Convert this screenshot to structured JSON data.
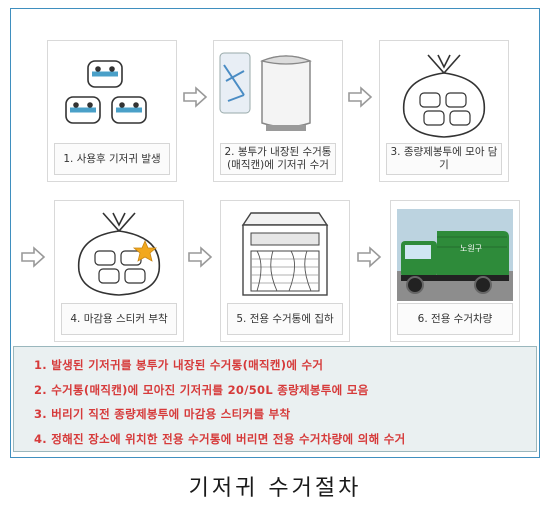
{
  "steps": [
    {
      "caption": "1. 사용후 기저귀 발생",
      "icon": "diapers-icon"
    },
    {
      "caption": "2. 봉투가 내장된 수거통\n(매직캔)에 기저귀 수거",
      "icon": "magic-can-icon"
    },
    {
      "caption": "3. 종량제봉투에 모아 담기",
      "icon": "trash-bag-icon"
    },
    {
      "caption": "4. 마감용 스티커 부착",
      "icon": "sticker-bag-icon"
    },
    {
      "caption": "5. 전용 수거통에 집하",
      "icon": "collection-bin-icon"
    },
    {
      "caption": "6. 전용 수거차량",
      "icon": "garbage-truck-icon"
    }
  ],
  "truck_label": "노원구",
  "notes": [
    "1. 발생된 기저귀를 봉투가 내장된 수거통(매직캔)에 수거",
    "2. 수거통(매직캔)에 모아진 기저귀를 20/50L 종량제봉투에 모음",
    "3. 버리기 직전 종량제봉투에 마감용 스티커를 부착",
    "4. 정해진 장소에 위치한 전용 수거통에 버리면 전용 수거차량에 의해 수거"
  ],
  "title": "기저귀 수거절차",
  "colors": {
    "frame": "#3f8fbf",
    "note_text": "#d63a3a",
    "notes_bg": "#eaf0f1",
    "truck": "#2e8b3a",
    "star": "#f2a81d"
  }
}
